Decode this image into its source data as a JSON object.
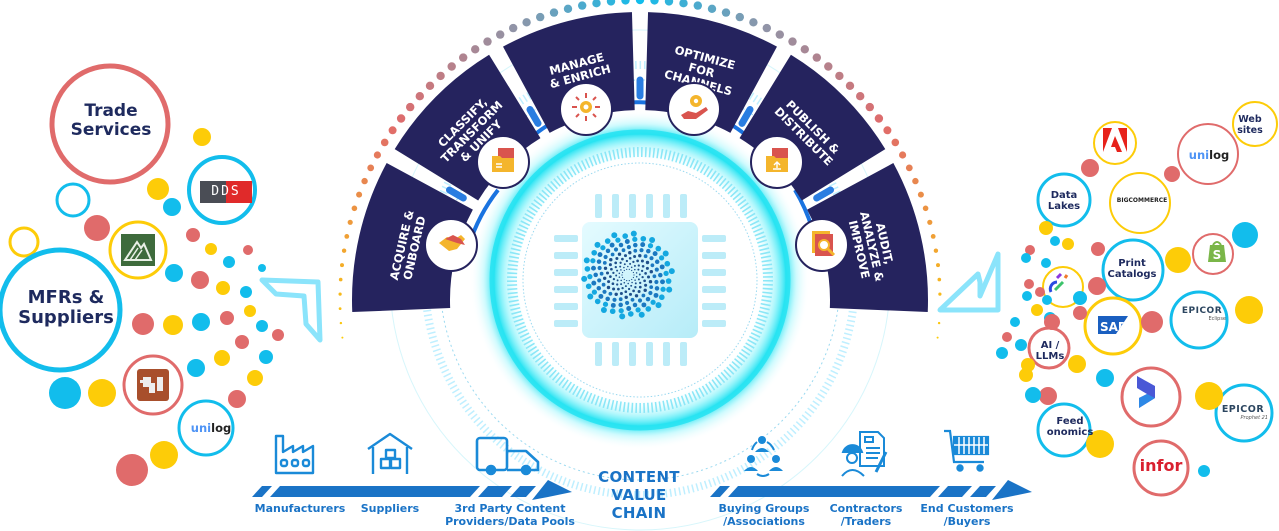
{
  "left_groups": {
    "trade_services": "Trade Services",
    "mfrs_suppliers": "MFRs & Suppliers",
    "logos": [
      {
        "name": "dds-logo",
        "text": "DDS"
      },
      {
        "name": "mountain-logo",
        "text": ""
      },
      {
        "name": "puzzle-logo",
        "text": ""
      },
      {
        "name": "unilog-logo",
        "text_a": "uni",
        "text_b": "log"
      }
    ]
  },
  "stages": [
    {
      "id": "acquire",
      "label_lines": [
        "ACQUIRE &",
        "ONBOARD"
      ],
      "icon": "handshake-icon"
    },
    {
      "id": "classify",
      "label_lines": [
        "CLASSIFY,",
        "TRANSFORM",
        "& UNIFY"
      ],
      "icon": "folder-document-icon"
    },
    {
      "id": "manage",
      "label_lines": [
        "MANAGE",
        "& ENRICH"
      ],
      "icon": "gear-arrows-icon"
    },
    {
      "id": "optimize",
      "label_lines": [
        "OPTIMIZE",
        "FOR",
        "CHANNELS"
      ],
      "icon": "gear-hand-icon"
    },
    {
      "id": "publish",
      "label_lines": [
        "PUBLISH &",
        "DISTRIBUTE"
      ],
      "icon": "folder-upload-icon"
    },
    {
      "id": "audit",
      "label_lines": [
        "AUDIT,",
        "ANALYZE &",
        "IMPROVE"
      ],
      "icon": "document-search-icon"
    }
  ],
  "right_channels": {
    "web_sites": "Web sites",
    "data_lakes": "Data Lakes",
    "print_catalogs": "Print Catalogs",
    "ai_llms": "AI / LLMs",
    "feedonomics": "Feed onomics",
    "logos": {
      "unilog_a": "uni",
      "unilog_b": "log",
      "bigcommerce": "BIGCOMMERCE",
      "sap": "SAP",
      "epicor_eclipse": "EPICOR",
      "epicor_eclipse_sub": "Eclipse",
      "epicor_p21": "EPICOR",
      "epicor_p21_sub": "Prophet 21",
      "infor": "infor"
    }
  },
  "value_chain": {
    "title_lines": [
      "CONTENT",
      "VALUE",
      "CHAIN"
    ],
    "upstream": [
      {
        "label_lines": [
          "Manufacturers"
        ],
        "icon": "factory-icon"
      },
      {
        "label_lines": [
          "Suppliers"
        ],
        "icon": "warehouse-icon"
      },
      {
        "label_lines": [
          "3rd Party Content",
          "Providers/Data Pools"
        ],
        "icon": "truck-icon"
      }
    ],
    "downstream": [
      {
        "label_lines": [
          "Buying Groups",
          "/Associations"
        ],
        "icon": "group-icon"
      },
      {
        "label_lines": [
          "Contractors",
          "/Traders"
        ],
        "icon": "contractor-icon"
      },
      {
        "label_lines": [
          "End Customers",
          "/Buyers"
        ],
        "icon": "cart-icon"
      }
    ]
  },
  "colors": {
    "navy": "#25235e",
    "red": "#e06b6b",
    "yellow": "#fdcc08",
    "cyan": "#12bdec",
    "blue": "#1a73c6",
    "glow": "#28e3f2",
    "connector": "#2a7de1"
  }
}
